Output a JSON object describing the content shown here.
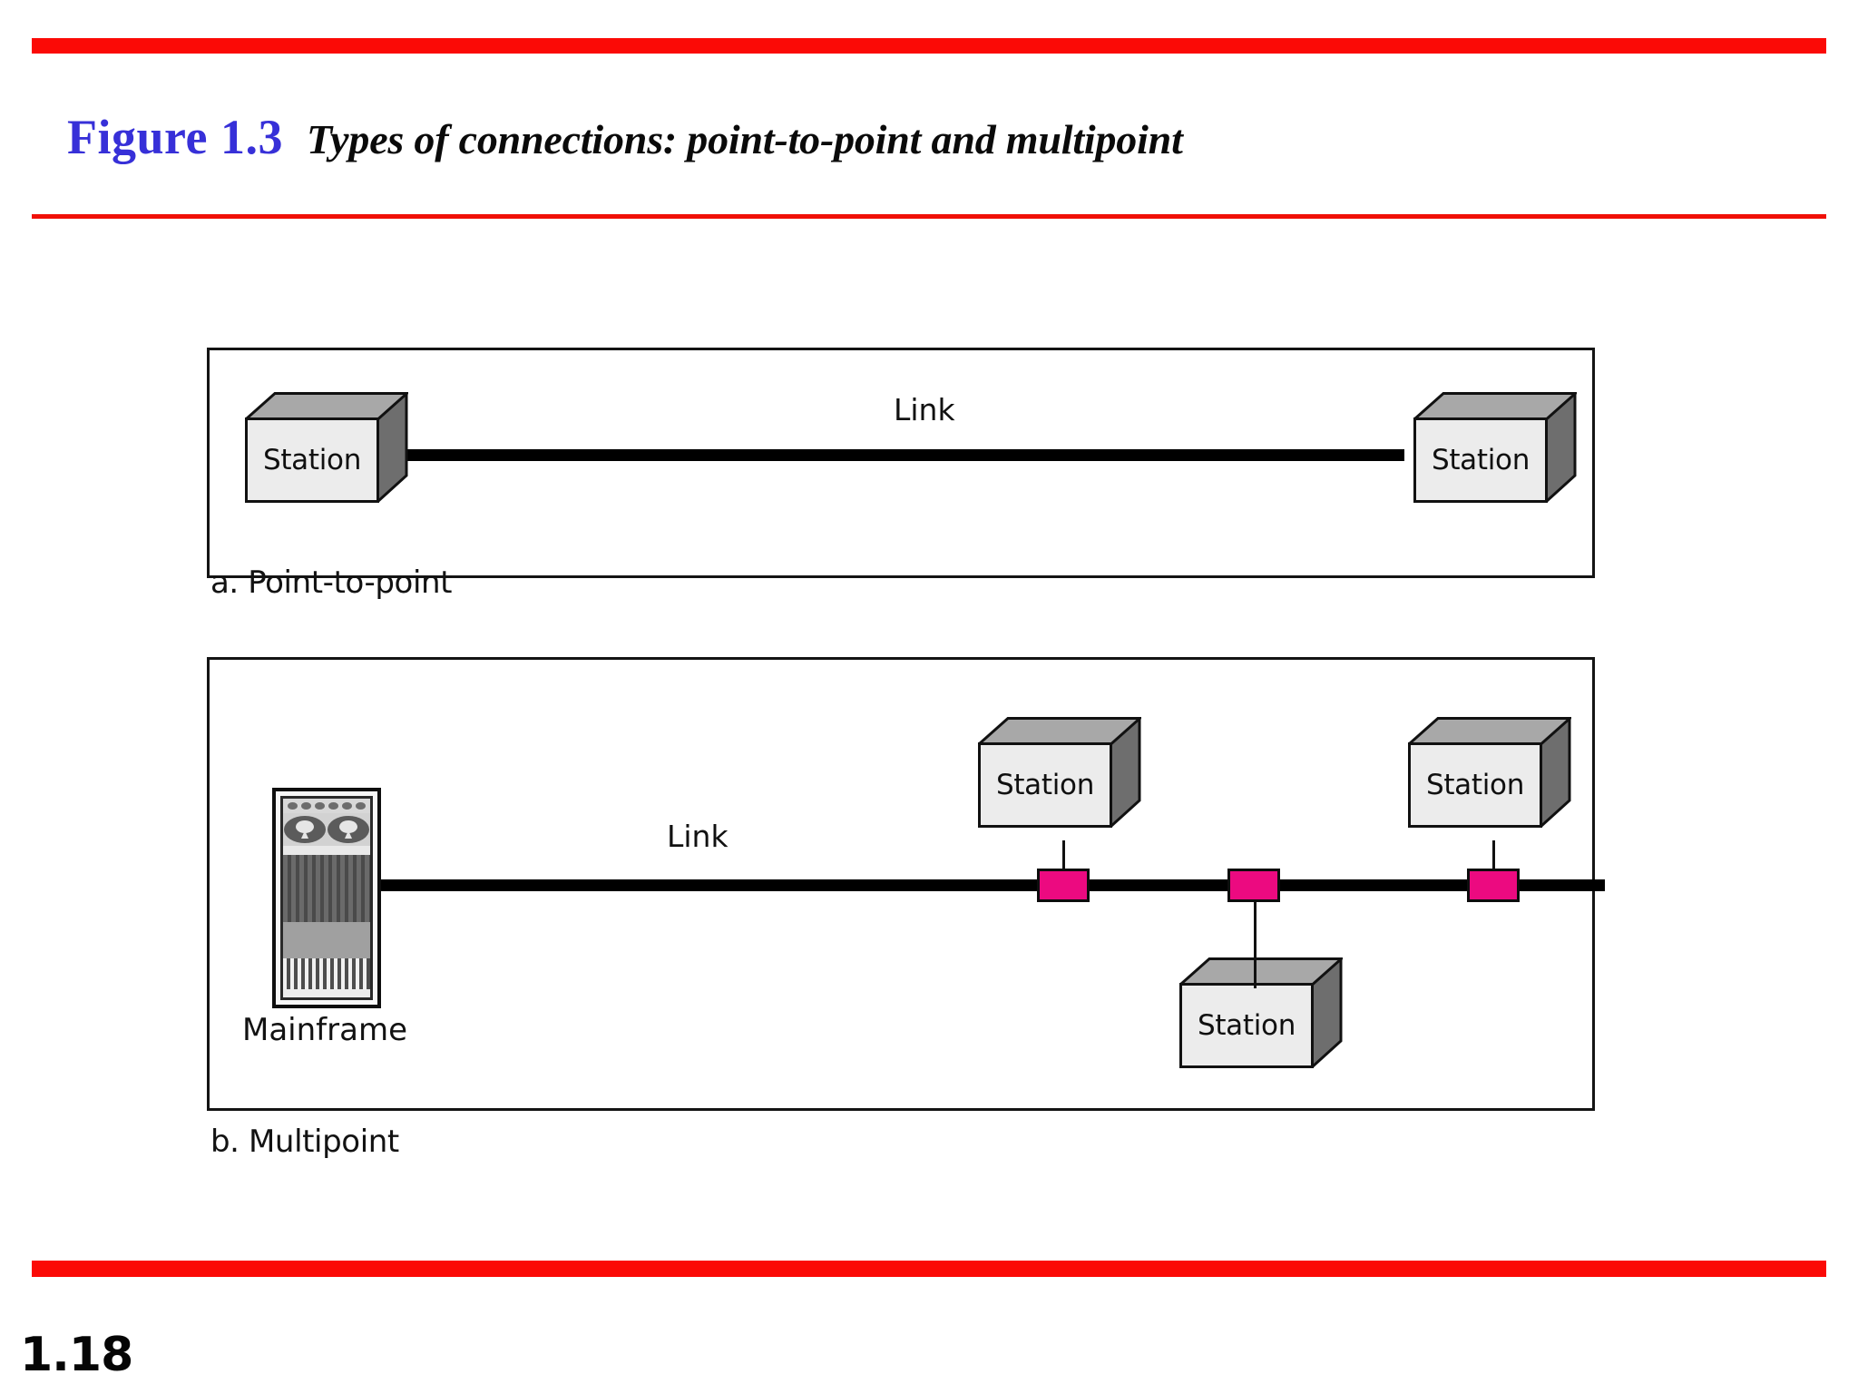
{
  "figure": {
    "number": "Figure 1.3",
    "caption": "Types of connections: point-to-point and multipoint",
    "number_color": "#3730d8",
    "caption_color": "#0a0a0a"
  },
  "rules": {
    "accent_color": "#fb0a06"
  },
  "slide": {
    "number": "1.18"
  },
  "panels": [
    {
      "id": "a",
      "caption": "a. Point-to-point",
      "link_label": "Link",
      "stations": [
        {
          "label": "Station",
          "position": "left"
        },
        {
          "label": "Station",
          "position": "right"
        }
      ]
    },
    {
      "id": "b",
      "caption": "b. Multipoint",
      "link_label": "Link",
      "mainframe_label": "Mainframe",
      "stations": [
        {
          "label": "Station",
          "position": "top-left"
        },
        {
          "label": "Station",
          "position": "top-right"
        },
        {
          "label": "Station",
          "position": "bottom-center"
        }
      ],
      "taps": [
        {
          "color": "#ec0a80"
        },
        {
          "color": "#ec0a80"
        },
        {
          "color": "#ec0a80"
        }
      ]
    }
  ],
  "colors": {
    "bus_line": "#000000",
    "tap_pink": "#ec0a80",
    "box_front": "#ececec",
    "box_top": "#a8a8a8",
    "box_side": "#6e6e6e",
    "panel_border": "#141414"
  }
}
